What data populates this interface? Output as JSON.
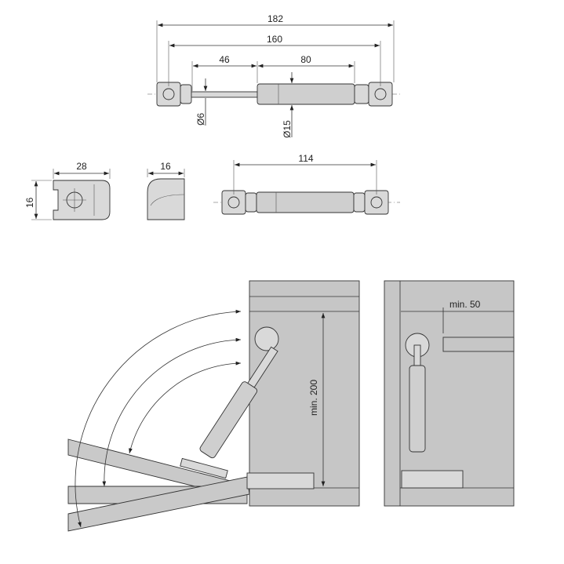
{
  "dimensions": {
    "total_length": "182",
    "eye_to_eye": "160",
    "rod_length": "46",
    "cylinder_length": "80",
    "rod_diameter": "Ø6",
    "cylinder_diameter": "Ø15",
    "end_width": "28",
    "end_height": "16",
    "end_depth": "16",
    "compressed_length": "114",
    "min_height": "min. 200",
    "min_offset": "min. 50"
  },
  "colors": {
    "panel": "#c6c6c6",
    "line": "#333333"
  }
}
